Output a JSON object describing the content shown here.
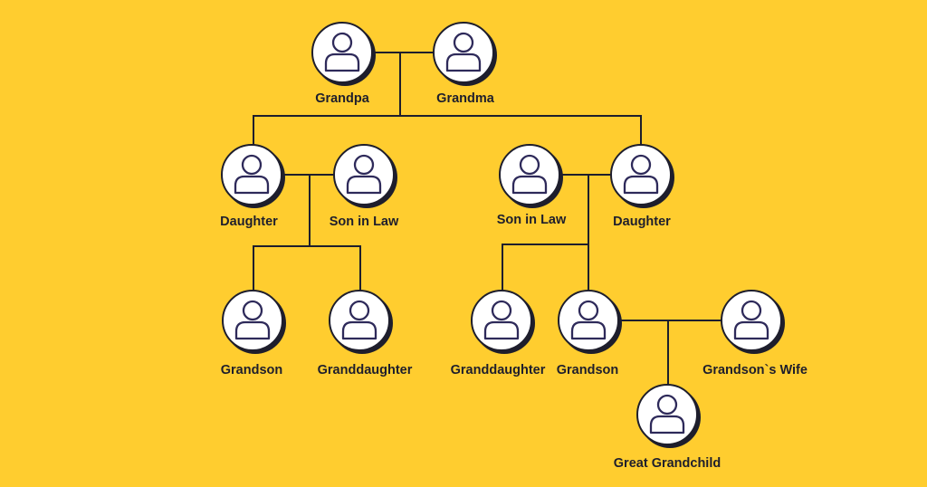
{
  "background": "#FFCD2F",
  "colors": {
    "line": "#1E1E2C",
    "circle_fill": "#FFFFFF",
    "icon_stroke": "#2E2A5A",
    "shadow": "#1E1E2C"
  },
  "icon": "person-icon",
  "people": {
    "grandpa": "Grandpa",
    "grandma": "Grandma",
    "daughter_left": "Daughter",
    "son_in_law_left": "Son in Law",
    "son_in_law_right": "Son in Law",
    "daughter_right": "Daughter",
    "grandson_left": "Grandson",
    "granddaughter_left": "Granddaughter",
    "granddaughter_right": "Granddaughter",
    "grandson_right": "Grandson",
    "grandsons_wife": "Grandson`s Wife",
    "great_grandchild": "Great Grandchild"
  }
}
